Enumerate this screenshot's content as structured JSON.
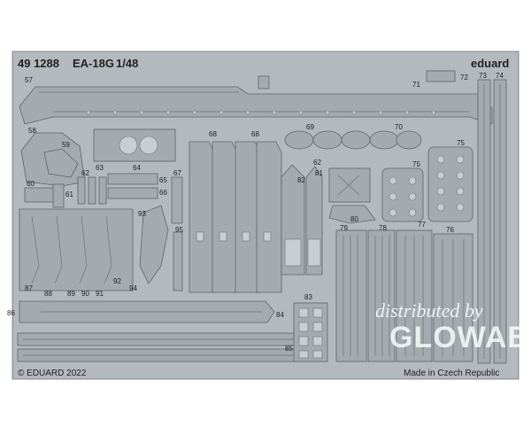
{
  "header": {
    "code": "49 1288",
    "model": "EA-18G",
    "scale": "1/48",
    "brand": "eduard"
  },
  "footer": {
    "copyright": "© EDUARD 2022",
    "origin": "Made in Czech Republic"
  },
  "watermark": {
    "line1": "distributed by",
    "line2": "GLOWAB"
  },
  "part_numbers": {
    "p57": "57",
    "p71": "71",
    "p72": "72",
    "p73": "73",
    "p74": "74",
    "p58": "58",
    "p59": "59",
    "p60": "60",
    "p61": "61",
    "p62": "62",
    "p63": "63",
    "p64": "64",
    "p65": "65",
    "p66": "66",
    "p67": "67",
    "p68a": "68",
    "p68b": "68",
    "p69": "69",
    "p70": "70",
    "p75a": "75",
    "p75b": "75",
    "p62b": "62",
    "p81": "81",
    "p82": "82",
    "p80": "80",
    "p79": "79",
    "p78": "78",
    "p77": "77",
    "p76": "76",
    "p93": "93",
    "p95": "95",
    "p92": "92",
    "p94": "94",
    "p87": "87",
    "p88": "88",
    "p89": "89",
    "p90": "90",
    "p91": "91",
    "p86": "86",
    "p84": "84",
    "p83": "83",
    "p85": "85"
  },
  "colors": {
    "fret": "#b3b9bf",
    "fret_shadow": "#a4aab0",
    "outline": "#6b7278",
    "background": "#ffffff"
  }
}
